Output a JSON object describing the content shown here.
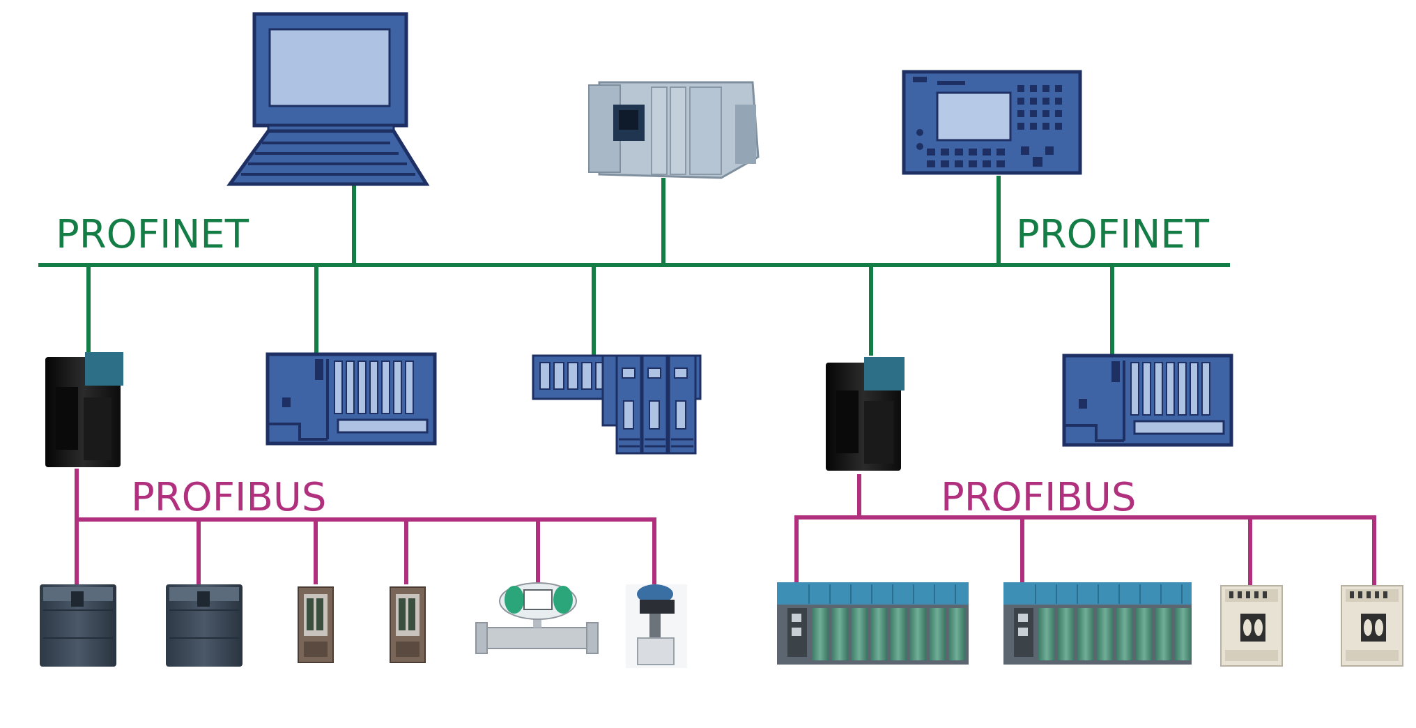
{
  "labels": {
    "profinet_left": "PROFINET",
    "profinet_right": "PROFINET",
    "profibus_left": "PROFIBUS",
    "profibus_right": "PROFIBUS"
  },
  "colors": {
    "profinet": "#137d45",
    "profibus": "#b0307e",
    "device_blue": "#3f64a6",
    "device_dark": "#1d2f63"
  },
  "icons": [
    "computer-icon",
    "plc-cpu-icon",
    "hmi-panel-icon",
    "proxy-gateway-icon",
    "io-rack-icon",
    "modular-io-icon",
    "drive-icon",
    "distributed-io-module-icon",
    "flowmeter-icon",
    "valve-icon",
    "io-terminal-icon",
    "relay-module-icon"
  ]
}
